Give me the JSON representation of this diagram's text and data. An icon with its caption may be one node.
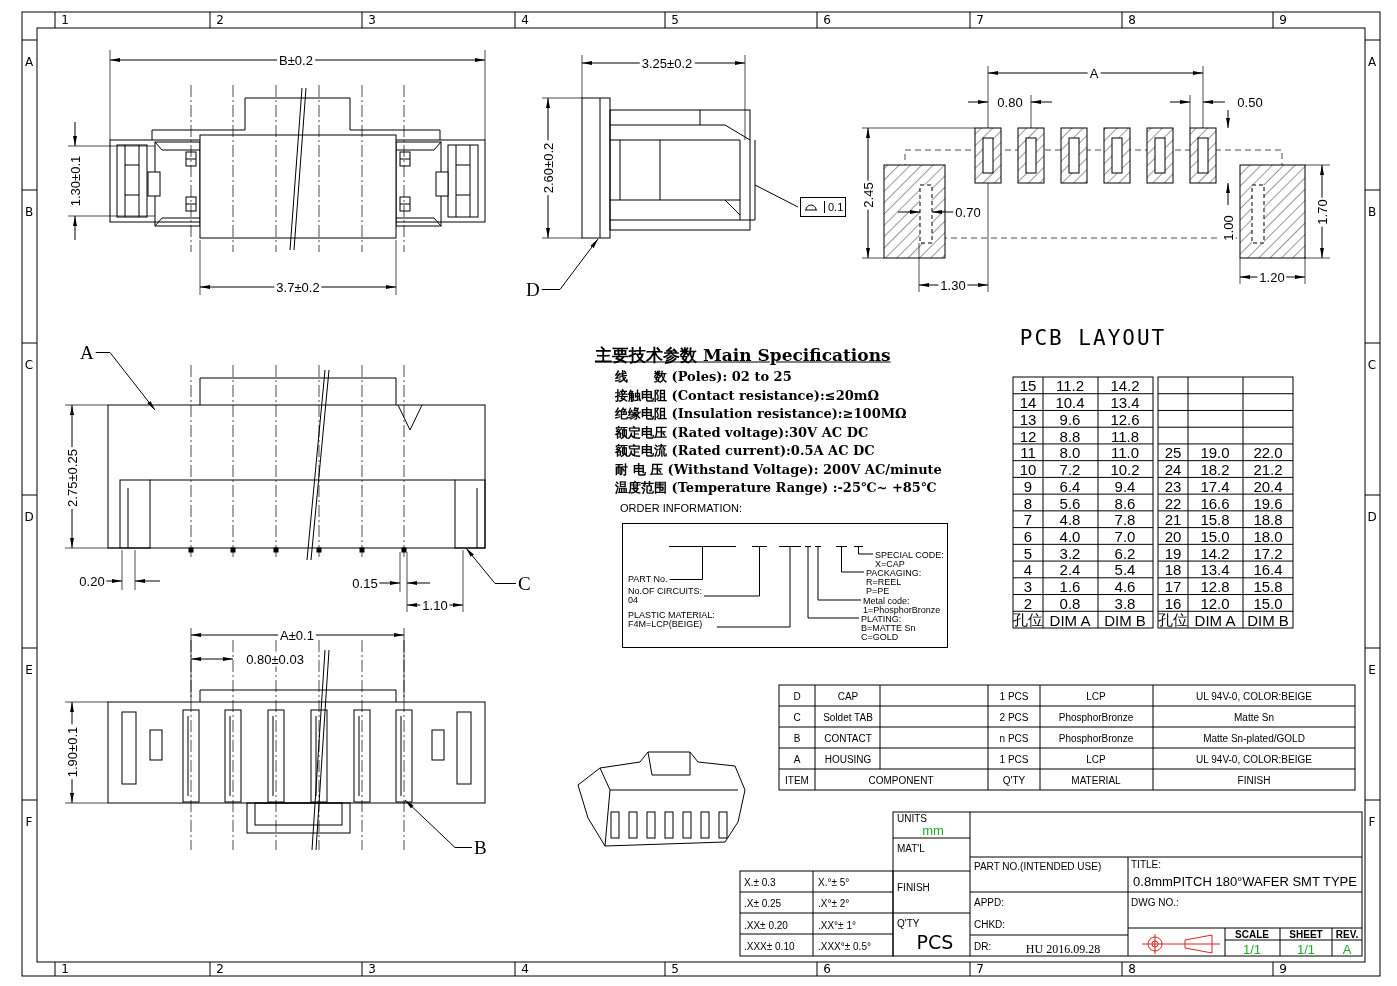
{
  "diagram": {
    "nodes": [
      {
        "text": [
          "A"
        ]
      },
      {
        "text": [
          "B"
        ]
      },
      {
        "text": [
          "C"
        ]
      },
      {
        "text": [
          "D"
        ]
      },
      {
        "text": [
          "0.1"
        ]
      },
      {
        "text": [],
        "shape": "box"
      },
      {
        "text": [
          "PART No."
        ],
        "in": 5
      },
      {
        "text": [
          "No.OF CIRCUITS:",
          "04"
        ],
        "in": 5
      },
      {
        "text": [
          "PLASTIC MATERIAL:",
          "F4M=LCP(BEIGE)"
        ],
        "in": 5
      },
      {
        "text": [
          "SPECIAL CODE:",
          "X=CAP"
        ],
        "in": 5
      },
      {
        "text": [
          "PACKAGING:",
          "R=REEL",
          "P=PE"
        ],
        "in": 5
      },
      {
        "text": [
          "Metal code:",
          "1=PhosphorBronze"
        ],
        "in": 5
      },
      {
        "text": [
          "PLATING:",
          "B=MATTE Sn",
          "C=GOLD"
        ],
        "in": 5
      },
      {
        "text": [],
        "shape": "bar",
        "in": 5
      },
      {
        "text": [],
        "shape": "bar",
        "in": 5
      },
      {
        "text": [],
        "shape": "bar",
        "in": 5
      },
      {
        "text": [],
        "shape": "bar",
        "in": 5
      },
      {
        "text": [],
        "shape": "bar",
        "in": 5
      },
      {
        "text": [],
        "shape": "bar",
        "in": 5
      },
      {
        "text": [],
        "shape": "bar",
        "in": 5
      },
      {
        "text": [],
        "shape": "picture"
      },
      {
        "text": [],
        "shape": "picture"
      },
      {
        "text": [],
        "shape": "picture"
      }
    ],
    "edges": [
      {
        "from": 0,
        "to": 20,
        "arrow": "to"
      },
      {
        "from": 1,
        "to": 21,
        "arrow": "to"
      },
      {
        "from": 2,
        "to": 20,
        "arrow": "to"
      },
      {
        "from": 3,
        "to": 22,
        "arrow": "to"
      },
      {
        "from": 4,
        "to": 22,
        "arrow": "none"
      },
      {
        "from": 6,
        "to": 13,
        "arrow": "none"
      },
      {
        "from": 7,
        "to": 14,
        "arrow": "none"
      },
      {
        "from": 8,
        "to": 15,
        "arrow": "none"
      },
      {
        "from": 9,
        "to": 19,
        "arrow": "none"
      },
      {
        "from": 10,
        "to": 18,
        "arrow": "none"
      },
      {
        "from": 11,
        "to": 17,
        "arrow": "none"
      },
      {
        "from": 12,
        "to": 16,
        "arrow": "none"
      }
    ],
    "labels": [
      "1",
      "2",
      "3",
      "4",
      "5",
      "6",
      "7",
      "8",
      "9",
      "A",
      "B",
      "C",
      "D",
      "E",
      "F",
      "A",
      "B",
      "C",
      "D",
      "E",
      "F",
      "1",
      "2",
      "3",
      "4",
      "5",
      "6",
      "7",
      "8",
      "9",
      "B±0.2",
      "1.30±0.1",
      "3.7±0.2",
      "3.25±0.2",
      "2.60±0.2",
      "A",
      "0.80",
      "0.50",
      "2.45",
      "0.70",
      "1.00",
      "1.70",
      "1.30",
      "1.20",
      "PCB LAYOUT",
      "主要技术参数 Main Specifications",
      "线　　数 (Poles): 02 to 25",
      "接触电阻 (Contact resistance):≤20mΩ",
      "绝缘电阻 (Insulation resistance):≥100MΩ",
      "额定电压 (Rated voltage):30V AC DC",
      "额定电流 (Rated current):0.5A AC DC",
      "耐 电 压 (Withstand Voltage): 200V AC/minute",
      "温度范围 (Temperature Range) :-25℃~ +85℃",
      "ORDER INFORMATION:",
      "2.75±0.25",
      "0.20",
      "0.15",
      "1.10",
      "A±0.1",
      "0.80±0.03",
      "1.90±0.1",
      "15",
      "11.2",
      "14.2",
      "14",
      "10.4",
      "13.4",
      "13",
      "9.6",
      "12.6",
      "12",
      "8.8",
      "11.8",
      "11",
      "8.0",
      "11.0",
      "25",
      "19.0",
      "22.0",
      "10",
      "7.2",
      "10.2",
      "24",
      "18.2",
      "21.2",
      "9",
      "6.4",
      "9.4",
      "23",
      "17.4",
      "20.4",
      "8",
      "5.6",
      "8.6",
      "22",
      "16.6",
      "19.6",
      "7",
      "4.8",
      "7.8",
      "21",
      "15.8",
      "18.8",
      "6",
      "4.0",
      "7.0",
      "20",
      "15.0",
      "18.0",
      "5",
      "3.2",
      "6.2",
      "19",
      "14.2",
      "17.2",
      "4",
      "2.4",
      "5.4",
      "18",
      "13.4",
      "16.4",
      "3",
      "1.6",
      "4.6",
      "17",
      "12.8",
      "15.8",
      "2",
      "0.8",
      "3.8",
      "16",
      "12.0",
      "15.0",
      "孔位",
      "DIM A",
      "DIM B",
      "孔位",
      "DIM A",
      "DIM B",
      "D",
      "CAP",
      "1 PCS",
      "LCP",
      "UL 94V-0, COLOR:BEIGE",
      "C",
      "Soldet TAB",
      "2 PCS",
      "PhosphorBronze",
      "Matte Sn",
      "B",
      "CONTACT",
      "n PCS",
      "PhosphorBronze",
      "Matte Sn-plated/GOLD",
      "A",
      "HOUSING",
      "1 PCS",
      "LCP",
      "UL 94V-0, COLOR:BEIGE",
      "ITEM",
      "COMPONENT",
      "Q'TY",
      "MATERIAL",
      "FINISH",
      "UNITS",
      "mm",
      "MAT'L",
      "PART NO.(INTENDED USE)",
      "TITLE:",
      "X.± 0.3",
      "X.°± 5°",
      "FINISH",
      "0.8mmPITCH 180°WAFER SMT TYPE",
      ".X± 0.25",
      ".X°± 2°",
      "APPD:",
      "DWG NO.:",
      ".XX± 0.20",
      ".XX°± 1°",
      "Q'TY",
      "CHKD:",
      ".XXX± 0.10",
      ".XXX°± 0.5°",
      "PCS",
      "SCALE",
      "SHEET",
      "REV.",
      "DR:",
      "HU 2016.09.28",
      "1/1",
      "1/1",
      "A"
    ]
  }
}
